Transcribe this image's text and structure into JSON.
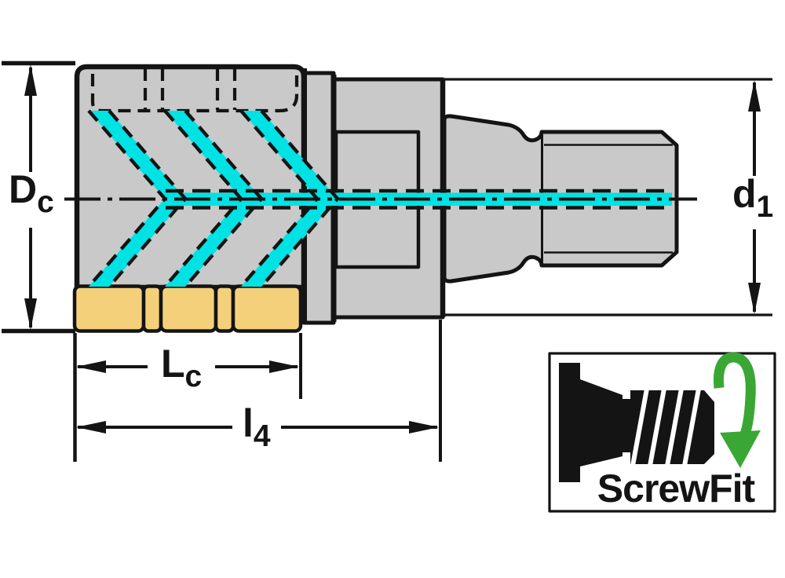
{
  "drawing": {
    "title": "milling-cutter-screwfit-dimension-drawing",
    "labels": {
      "dc": {
        "main": "D",
        "sub": "c"
      },
      "d1": {
        "main": "d",
        "sub": "1"
      },
      "lc": {
        "main": "L",
        "sub": "c"
      },
      "l4": {
        "main": "l",
        "sub": "4"
      }
    },
    "logo": {
      "text": "ScrewFit"
    },
    "colors": {
      "outline": "#141414",
      "body_gray": "#c9c9c9",
      "insert_yellow": "#f5d07b",
      "coolant_cyan": "#00e2e4",
      "logo_green": "#3aa735",
      "background": "#ffffff"
    }
  }
}
